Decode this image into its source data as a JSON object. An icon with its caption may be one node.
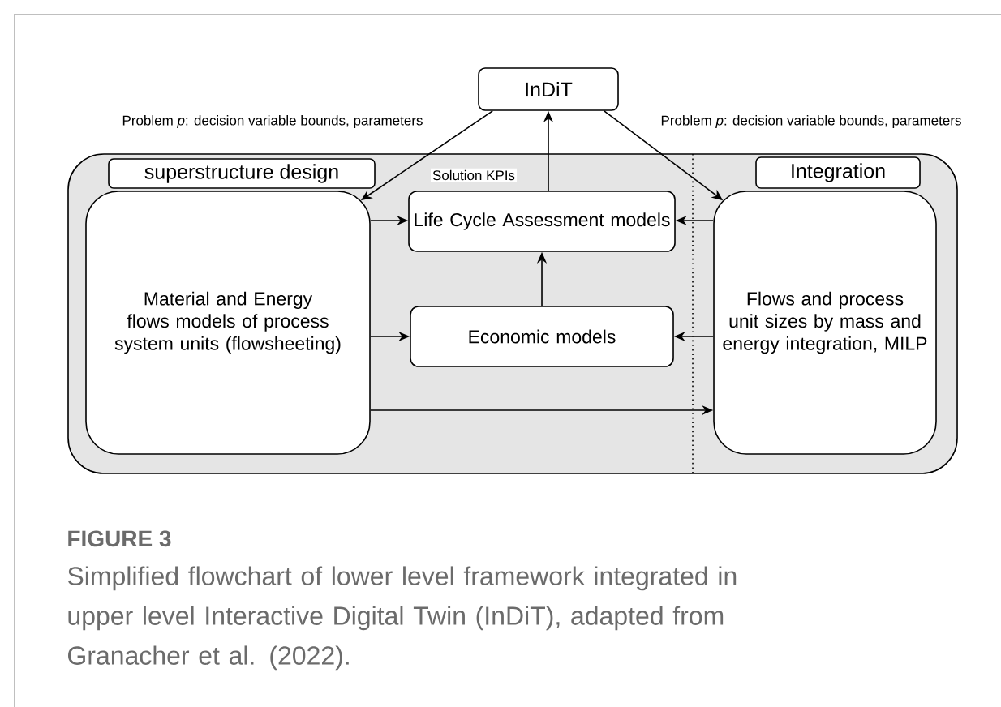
{
  "diagram": {
    "title": "FIGURE 3",
    "caption": "Simplified flowchart of lower level framework integrated in upper level Interactive Digital Twin (InDiT), adapted from Granacher et al. (2022).",
    "nodes": [
      {
        "text": [
          "InDiT"
        ]
      },
      {
        "text": [],
        "shape": "box"
      },
      {
        "text": [
          "superstructure design"
        ],
        "in": 1
      },
      {
        "text": [
          "Integration"
        ],
        "in": 1
      },
      {
        "text": [
          "Material and Energy flows models of process system units (flowsheeting)"
        ],
        "in": 1
      },
      {
        "text": [
          "Life Cycle Assessment models"
        ],
        "in": 1
      },
      {
        "text": [
          "Economic models"
        ],
        "in": 1
      },
      {
        "text": [
          "Flows and process unit sizes by mass and energy integration, MILP"
        ],
        "in": 1
      }
    ],
    "edges": [
      {
        "from": 0,
        "to": 4,
        "arrow": "to",
        "label": "Problem *p*: decision variable bounds, parameters"
      },
      {
        "from": 0,
        "to": 7,
        "arrow": "to",
        "label": "Problem *p*: decision variable bounds, parameters"
      },
      {
        "from": 5,
        "to": 0,
        "arrow": "to",
        "label": "Solution KPIs"
      },
      {
        "from": 4,
        "to": 5,
        "arrow": "to"
      },
      {
        "from": 4,
        "to": 6,
        "arrow": "to"
      },
      {
        "from": 7,
        "to": 5,
        "arrow": "to"
      },
      {
        "from": 7,
        "to": 6,
        "arrow": "to"
      },
      {
        "from": 6,
        "to": 5,
        "arrow": "to"
      },
      {
        "from": 4,
        "to": 7,
        "arrow": "to"
      }
    ]
  }
}
